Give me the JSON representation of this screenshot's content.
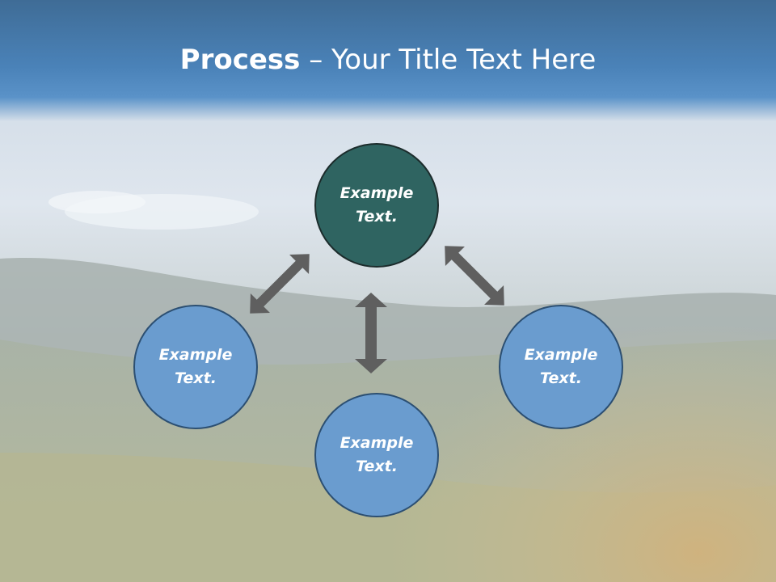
{
  "slide": {
    "title_bold": "Process",
    "title_separator": " – ",
    "title_rest": "Your Title Text Here"
  },
  "nodes": [
    {
      "text": "Example Text.",
      "color": "#2f6461"
    },
    {
      "text": "Example Text.",
      "color": "#6a9ccf"
    },
    {
      "text": "Example Text.",
      "color": "#6a9ccf"
    },
    {
      "text": "Example Text.",
      "color": "#6a9ccf"
    }
  ],
  "colors": {
    "title_bar": "#4a82b8",
    "arrow": "#5f5f5f",
    "node_blue": "#6a9ccf",
    "node_teal": "#2f6461"
  }
}
